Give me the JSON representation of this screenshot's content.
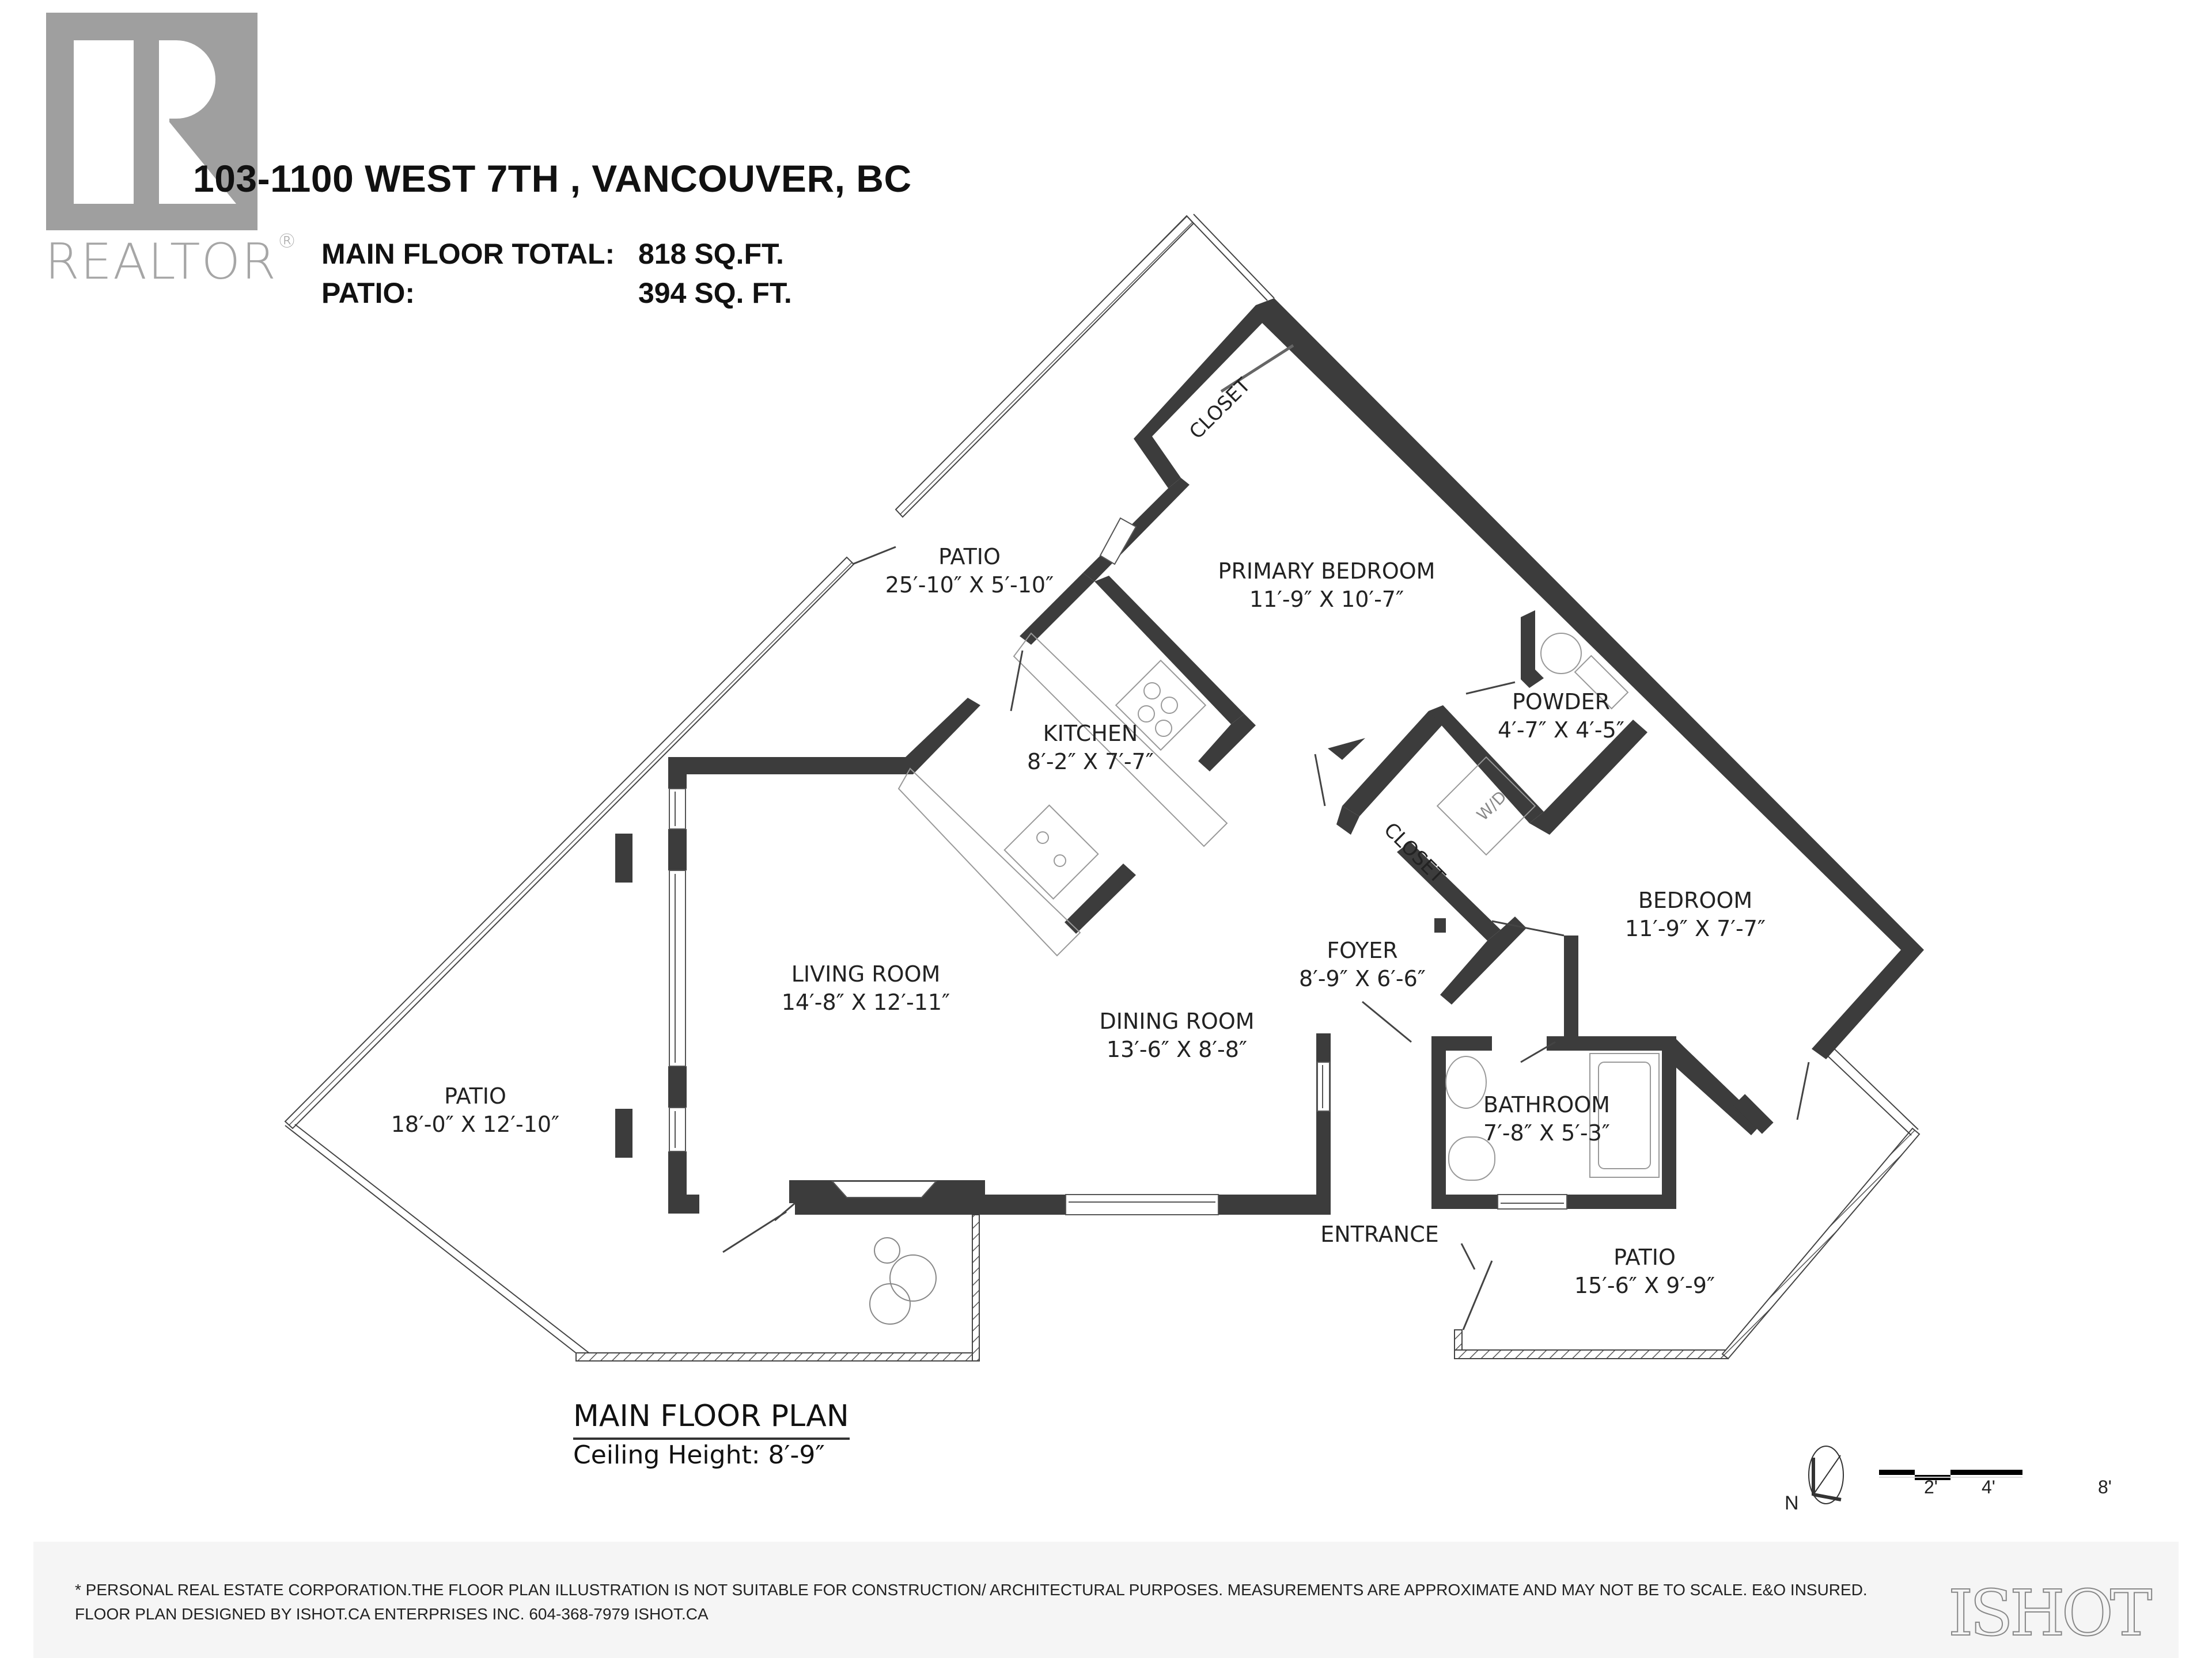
{
  "logo": {
    "brand_text": "REALTOR",
    "registered_mark": "®",
    "color": "#9f9f9f"
  },
  "header": {
    "address": "103-1100 WEST 7TH , VANCOUVER, BC",
    "summary": [
      {
        "label": "MAIN FLOOR TOTAL:",
        "value": "818 SQ.FT."
      },
      {
        "label": "PATIO:",
        "value": "394 SQ. FT."
      }
    ]
  },
  "rooms": {
    "patio_top": {
      "name": "PATIO",
      "dims": "25′-10″ X 5′-10″"
    },
    "primary_bedroom": {
      "name": "PRIMARY BEDROOM",
      "dims": "11′-9″ X 10′-7″"
    },
    "closet_primary": {
      "name": "CLOSET"
    },
    "kitchen": {
      "name": "KITCHEN",
      "dims": "8′-2″ X 7′-7″"
    },
    "powder": {
      "name": "POWDER",
      "dims": "4′-7″ X 4′-5″"
    },
    "laundry": {
      "name": "W/D"
    },
    "closet_foyer": {
      "name": "CLOSET"
    },
    "bedroom": {
      "name": "BEDROOM",
      "dims": "11′-9″ X 7′-7″"
    },
    "foyer": {
      "name": "FOYER",
      "dims": "8′-9″ X 6′-6″"
    },
    "living_room": {
      "name": "LIVING ROOM",
      "dims": "14′-8″ X 12′-11″"
    },
    "dining_room": {
      "name": "DINING ROOM",
      "dims": "13′-6″ X 8′-8″"
    },
    "patio_left": {
      "name": "PATIO",
      "dims": "18′-0″ X 12′-10″"
    },
    "bathroom": {
      "name": "BATHROOM",
      "dims": "7′-8″ X 5′-3″"
    },
    "entrance": {
      "name": "ENTRANCE"
    },
    "patio_right": {
      "name": "PATIO",
      "dims": "15′-6″ X 9′-9″"
    }
  },
  "plan": {
    "title": "MAIN FLOOR PLAN",
    "ceiling": "Ceiling Height: 8′-9″",
    "wall_color": "#3c3c3c"
  },
  "legend": {
    "north_label": "N",
    "scale_ticks": [
      "2'",
      "4'",
      "8'"
    ]
  },
  "footer": {
    "disclaimer": "* PERSONAL REAL ESTATE CORPORATION.THE FLOOR PLAN ILLUSTRATION IS NOT SUITABLE FOR CONSTRUCTION/ ARCHITECTURAL PURPOSES. MEASUREMENTS ARE APPROXIMATE AND MAY NOT BE TO SCALE. E&O INSURED.",
    "designer": "FLOOR PLAN DESIGNED BY ISHOT.CA ENTERPRISES INC. 604-368-7979  ISHOT.CA",
    "brand": "ISHOT"
  }
}
